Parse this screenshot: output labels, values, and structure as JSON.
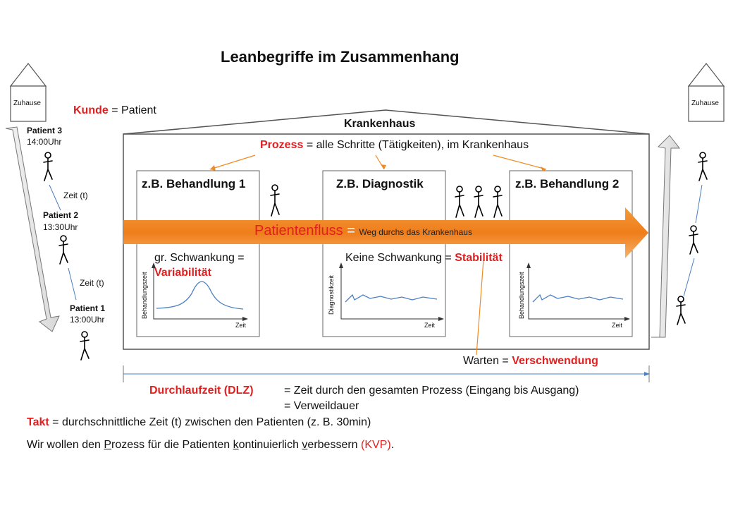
{
  "title": "Leanbegriffe im Zusammenhang",
  "home_left": "Zuhause",
  "home_right": "Zuhause",
  "kunde": {
    "term": "Kunde",
    "rest": " = Patient"
  },
  "patients": [
    {
      "name": "Patient 3",
      "time": "14:00Uhr"
    },
    {
      "name": "Patient 2",
      "time": "13:30Uhr"
    },
    {
      "name": "Patient 1",
      "time": "13:00Uhr"
    }
  ],
  "zeit_labels": [
    "Zeit (t)",
    "Zeit (t)"
  ],
  "hospital": "Krankenhaus",
  "prozess": {
    "term": "Prozess",
    "rest": " = alle Schritte (Tätigkeiten), im Krankenhaus"
  },
  "boxes": [
    {
      "title": "z.B. Behandlung 1",
      "ylabel": "Behandlungszeit",
      "xlabel": "Zeit"
    },
    {
      "title": "Z.B. Diagnostik",
      "ylabel": "Diagnostikzeit",
      "xlabel": "Zeit"
    },
    {
      "title": "z.B. Behandlung 2",
      "ylabel": "Behandlungszeit",
      "xlabel": "Zeit"
    }
  ],
  "flow": {
    "main": "Patientenfluss",
    "eq": " = ",
    "sub": "Weg durchs das Krankenhaus"
  },
  "variability": {
    "line1": "gr. Schwankung =",
    "term": "Variabilität"
  },
  "stability": {
    "rest": "Keine Schwankung = ",
    "term": "Stabilität"
  },
  "waste": {
    "rest": "Warten = ",
    "term": "Verschwendung"
  },
  "dlz": {
    "term": "Durchlaufzeit (DLZ)",
    "line1": "= Zeit durch den gesamten Prozess (Eingang bis Ausgang)",
    "line2": "= Verweildauer"
  },
  "takt": {
    "term": "Takt",
    "rest": " = durchschnittliche Zeit (t) zwischen den Patienten (z. B. 30min)"
  },
  "kvp": {
    "p1": "Wir wollen den ",
    "u1": "P",
    "p2": "rozess für die Patienten ",
    "u2": "k",
    "p3": "ontinuierlich ",
    "u3": "v",
    "p4": "erbessern ",
    "abbr": "(KVP)",
    "end": "."
  },
  "colors": {
    "accent_red": "#e02020",
    "flow_orange": "#f08a24",
    "link_blue": "#4a7fc1",
    "arrow_gray": "#e6e6e6"
  }
}
